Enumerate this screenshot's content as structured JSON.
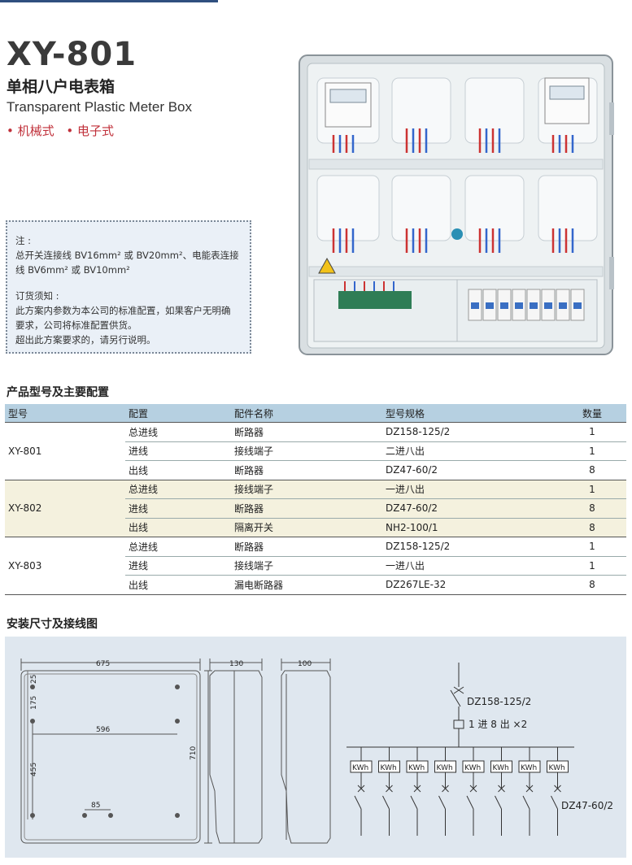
{
  "header": {
    "model": "XY-801",
    "title_cn": "单相八户电表箱",
    "title_en": "Transparent Plastic Meter Box",
    "types": [
      "• 机械式",
      "• 电子式"
    ]
  },
  "note": {
    "label": "注 :",
    "lines": [
      "总开关连接线 BV16mm² 或 BV20mm²、电能表连接",
      "线 BV6mm² 或 BV10mm²"
    ],
    "order_label": "订货须知 :",
    "order_lines": [
      "此方案内参数为本公司的标准配置，如果客户无明确",
      "要求，公司将标准配置供货。",
      "超出此方案要求的，请另行说明。"
    ]
  },
  "table": {
    "heading": "产品型号及主要配置",
    "headers": [
      "型号",
      "配置",
      "配件名称",
      "型号规格",
      "数量"
    ],
    "groups": [
      {
        "model": "XY-801",
        "rows": [
          [
            "总进线",
            "断路器",
            "DZ158-125/2",
            "1"
          ],
          [
            "进线",
            "接线端子",
            "二进八出",
            "1"
          ],
          [
            "出线",
            "断路器",
            "DZ47-60/2",
            "8"
          ]
        ]
      },
      {
        "model": "XY-802",
        "rows": [
          [
            "总进线",
            "接线端子",
            "一进八出",
            "1"
          ],
          [
            "进线",
            "断路器",
            "DZ47-60/2",
            "8"
          ],
          [
            "出线",
            "隔离开关",
            "NH2-100/1",
            "8"
          ]
        ]
      },
      {
        "model": "XY-803",
        "rows": [
          [
            "总进线",
            "断路器",
            "DZ158-125/2",
            "1"
          ],
          [
            "进线",
            "接线端子",
            "一进八出",
            "1"
          ],
          [
            "出线",
            "漏电断路器",
            "DZ267LE-32",
            "8"
          ]
        ]
      }
    ]
  },
  "diagram": {
    "heading": "安装尺寸及接线图",
    "dims": {
      "width": "675",
      "inner_width": "596",
      "height": "710",
      "top_offset": "25",
      "top_gap": "175",
      "lower_gap": "455",
      "hole_gap": "85",
      "side_depth": "130",
      "side_depth2": "100"
    },
    "main_breaker": "DZ158-125/2",
    "terminal": "1 进 8 出 ×2",
    "meter_label": "KWh",
    "meter_count": 8,
    "branch_breaker": "DZ47-60/2"
  }
}
